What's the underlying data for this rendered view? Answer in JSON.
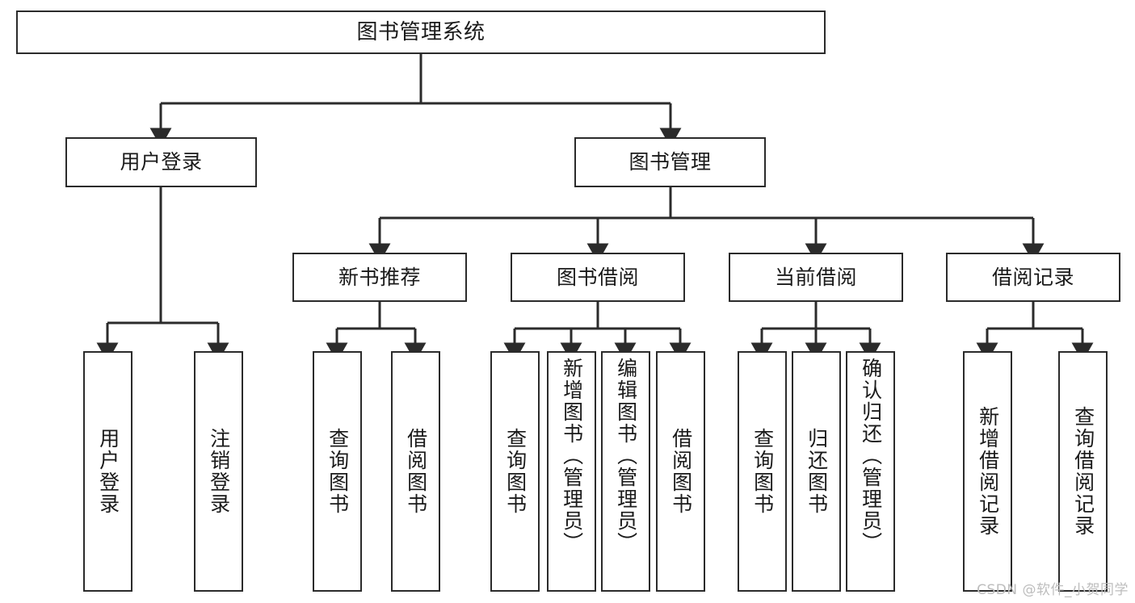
{
  "diagram": {
    "title": "图书管理系统",
    "type": "tree",
    "stroke_color": "#2b2b2b",
    "fill_color": "#ffffff",
    "text_color": "#1a1a1a",
    "watermark": "CSDN @软件_小贺同学",
    "levels": {
      "root": [
        "图书管理系统"
      ],
      "level2": [
        "用户登录",
        "图书管理"
      ],
      "level3": [
        "新书推荐",
        "图书借阅",
        "当前借阅",
        "借阅记录"
      ],
      "leaves": [
        "用户登录",
        "注销登录",
        "查询图书",
        "借阅图书",
        "查询图书",
        "新增图书（管理员）",
        "编辑图书（管理员）",
        "借阅图书",
        "查询图书",
        "归还图书",
        "确认归还（管理员）",
        "新增借阅记录",
        "查询借阅记录"
      ]
    },
    "nodes": {
      "root": {
        "label": "图书管理系统"
      },
      "user_login": {
        "label": "用户登录"
      },
      "book_manage": {
        "label": "图书管理"
      },
      "new_book_rec": {
        "label": "新书推荐"
      },
      "book_borrow": {
        "label": "图书借阅"
      },
      "current_borrow": {
        "label": "当前借阅"
      },
      "borrow_record": {
        "label": "借阅记录"
      },
      "leaf_user_login": {
        "label": "用户登录"
      },
      "leaf_logout": {
        "label": "注销登录"
      },
      "leaf_query_book_a": {
        "label": "查询图书"
      },
      "leaf_borrow_book_a": {
        "label": "借阅图书"
      },
      "leaf_query_book_b": {
        "label": "查询图书"
      },
      "leaf_add_book": {
        "label": "新增图书（管理员）"
      },
      "leaf_edit_book": {
        "label": "编辑图书（管理员）"
      },
      "leaf_borrow_book_b": {
        "label": "借阅图书"
      },
      "leaf_query_book_c": {
        "label": "查询图书"
      },
      "leaf_return_book": {
        "label": "归还图书"
      },
      "leaf_confirm_return": {
        "label": "确认归还（管理员）"
      },
      "leaf_add_record": {
        "label": "新增借阅记录"
      },
      "leaf_query_record": {
        "label": "查询借阅记录"
      }
    }
  }
}
